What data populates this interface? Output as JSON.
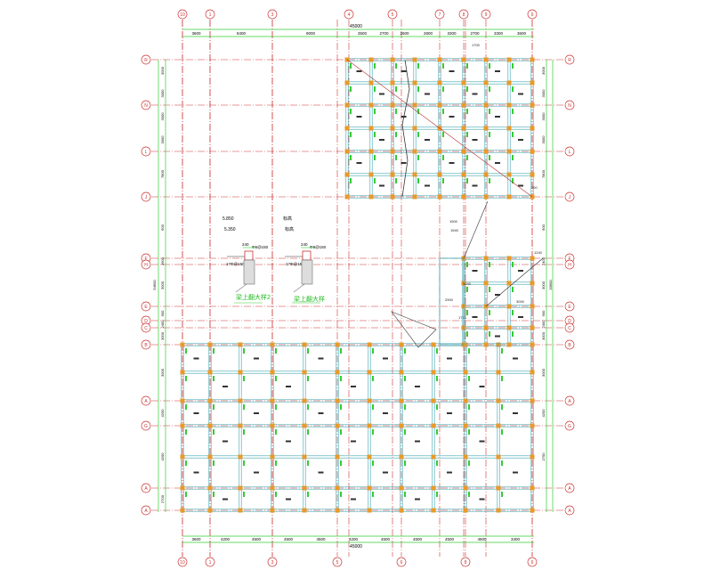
{
  "drawing": {
    "top_axes": [
      "10",
      "1",
      "3",
      "4",
      "5",
      "7",
      "8",
      "9",
      "6"
    ],
    "bottom_axes": [
      "10",
      "1",
      "3",
      "5",
      "6",
      "8",
      "6"
    ],
    "left_axes": [
      "R",
      "N",
      "L",
      "J",
      "F",
      "H",
      "E",
      "D",
      "C",
      "B",
      "A",
      "G",
      "A",
      "A"
    ],
    "right_axes": [
      "R",
      "N",
      "L",
      "J",
      "F",
      "H",
      "E",
      "D",
      "C",
      "B",
      "A",
      "G",
      "A",
      "A"
    ],
    "top_total": "45000",
    "top_dims": [
      "3600",
      "8400",
      "9000",
      "3500",
      "2700",
      "2600",
      "2800",
      "3300",
      "2700",
      "3300",
      "3600"
    ],
    "bottom_total": "45000",
    "bottom_dims": [
      "3600",
      "4200",
      "4500",
      "4500",
      "4500",
      "4200",
      "4500",
      "4500",
      "4500",
      "4500",
      "3400"
    ],
    "left_total": "54600",
    "left_dims": [
      "3000",
      "3000",
      "3000",
      "3000",
      "7800",
      "600",
      "3900",
      "3000",
      "900",
      "2400",
      "3000",
      "3000",
      "4200",
      "4200",
      "2700"
    ],
    "right_total": "33600",
    "right_dims": [
      "3000",
      "3000",
      "3000",
      "3000",
      "7800",
      "900",
      "2400",
      "3000",
      "900",
      "2400",
      "3000",
      "3000",
      "4200",
      "2700"
    ],
    "detail1": {
      "elev_top": "5.850",
      "elev_bottom": "5.350",
      "width": "240",
      "rebar_top": "Φ6@150",
      "rebar_side": "1?Φ@150",
      "title": "梁上翻大样2"
    },
    "detail2": {
      "elev_top": "标高",
      "elev_bottom": "标高",
      "width": "240",
      "rebar_top": "Φ8@150",
      "rebar_side": "1?Φ@150",
      "title": "梁上翻大样"
    },
    "notes": [
      "1700",
      "1540",
      "1240",
      "2900",
      "1770",
      "3000",
      "200",
      "1500",
      "1240"
    ]
  }
}
